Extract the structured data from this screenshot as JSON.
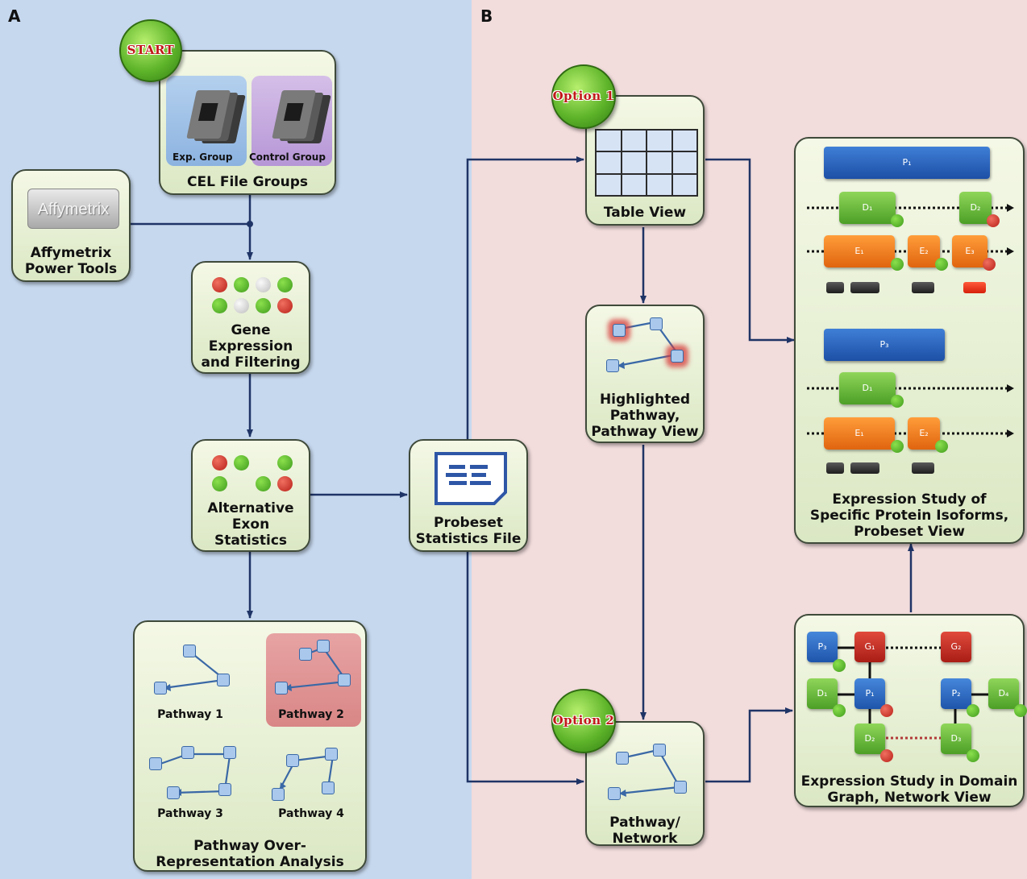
{
  "panels": {
    "a_label": "A",
    "b_label": "B"
  },
  "badges": {
    "start": "START",
    "option1": "Option 1",
    "option2": "Option 2"
  },
  "cel": {
    "exp_group": "Exp. Group",
    "control_group": "Control Group",
    "title": "CEL File Groups"
  },
  "affymetrix": {
    "logo_text": "Affymetrix",
    "line1": "Affymetrix",
    "line2": "Power Tools"
  },
  "gene_expr": {
    "line1": "Gene",
    "line2": "Expression",
    "line3": "and Filtering"
  },
  "alt_exon": {
    "line1": "Alternative",
    "line2": "Exon",
    "line3": "Statistics"
  },
  "probeset_file": {
    "line1": "Probeset",
    "line2": "Statistics File"
  },
  "pathway_analysis": {
    "pathways": [
      "Pathway 1",
      "Pathway 2",
      "Pathway 3",
      "Pathway 4"
    ],
    "line1": "Pathway Over-",
    "line2": "Representation Analysis"
  },
  "table_view": {
    "title": "Table View"
  },
  "highlighted": {
    "line1": "Highlighted",
    "line2": "Pathway,",
    "line3": "Pathway View"
  },
  "pathway_network": {
    "line1": "Pathway/",
    "line2": "Network"
  },
  "isoforms": {
    "labels": {
      "p1": "P₁",
      "p3": "P₃",
      "d1": "D₁",
      "d2": "D₂",
      "e1": "E₁",
      "e2": "E₂",
      "e3": "E₃"
    },
    "line1": "Expression Study of",
    "line2": "Specific Protein Isoforms,",
    "line3": "Probeset View"
  },
  "domain_graph": {
    "labels": {
      "p3": "P₃",
      "g1": "G₁",
      "g2": "G₂",
      "d1": "D₁",
      "p1": "P₁",
      "p2": "P₂",
      "d4": "D₄",
      "d2": "D₂",
      "d3": "D₃"
    },
    "line1": "Expression Study in Domain",
    "line2": "Graph, Network View"
  },
  "colors": {
    "panel_a": "#c6d8ee",
    "panel_b": "#f2dcdc",
    "arrow": "#1f3466",
    "box_border": "#3f4a3a"
  }
}
